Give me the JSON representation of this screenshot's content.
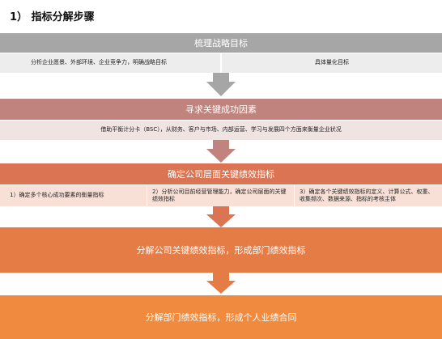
{
  "heading": "1）  指标分解步骤",
  "steps": [
    {
      "title": "梳理战略目标",
      "items": [
        "分析企业愿景、外部环境、企业竞争力，明确战略目标",
        "具体量化目标"
      ]
    },
    {
      "title": "寻求关键成功因素",
      "items": [
        "借助平衡计分卡（BSC），从财务、客户与市场、内部运营、学习与发展四个方面来衡量企业状况"
      ]
    },
    {
      "title": "确定公司层面关键绩效指标",
      "items": [
        "1）确定多个核心成功要素的衡量指标",
        "2）分析公司目前经营管理能力，确定公司层面的关键绩效指标",
        "3）确定各个关键绩效指标的定义、计算公式、权重、收集频次、数据来源、指标的考核主体"
      ]
    },
    {
      "title": "分解公司关键绩效指标，形成部门绩效指标"
    },
    {
      "title": "分解部门绩效指标，形成个人业绩合同"
    }
  ],
  "colors": {
    "step1": "#a6a6a6",
    "step1_sub": "#ededed",
    "step2": "#c0837d",
    "step2_sub": "#f0e4e2",
    "step3": "#db7452",
    "step3_sub": "#f8e0d6",
    "step4": "#e57c45",
    "step5": "#ef8a3e",
    "arrow1": "#a6a6a6",
    "arrow2": "#c0837d",
    "arrow3": "#db7452",
    "arrow4": "#e57c45"
  }
}
